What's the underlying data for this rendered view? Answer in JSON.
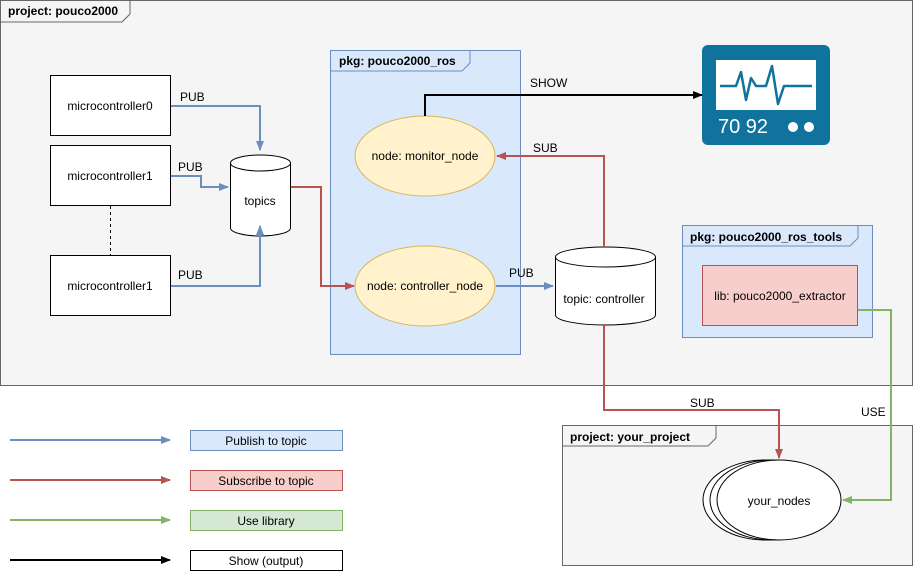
{
  "frames": {
    "project_main": "project: pouco2000",
    "pkg_ros": "pkg: pouco2000_ros",
    "pkg_tools": "pkg: pouco2000_ros_tools",
    "project_user": "project: your_project"
  },
  "nodes": {
    "mc0": "microcontroller0",
    "mc1": "microcontroller1",
    "mc2": "microcontroller1",
    "topics": "topics",
    "monitor_node": "node: monitor_node",
    "controller_node": "node: controller_node",
    "topic_controller": "topic: controller",
    "extractor": "lib: pouco2000_extractor",
    "your_nodes": "your_nodes"
  },
  "monitor": {
    "values": "70 92"
  },
  "edges": {
    "pub_mc0": "PUB",
    "pub_mc1": "PUB",
    "pub_mc2": "PUB",
    "show": "SHOW",
    "sub_monitor": "SUB",
    "pub_controller": "PUB",
    "sub_your_nodes": "SUB",
    "use": "USE"
  },
  "legend": [
    {
      "label": "Publish to topic",
      "color": "#6c8ebf",
      "fill": "#dae8fc",
      "stroke": "#6c8ebf"
    },
    {
      "label": "Subscribe to topic",
      "color": "#b85450",
      "fill": "#f8cecc",
      "stroke": "#b85450"
    },
    {
      "label": "Use library",
      "color": "#82b366",
      "fill": "#d5e8d4",
      "stroke": "#82b366"
    },
    {
      "label": "Show (output)",
      "color": "#000000",
      "fill": "#ffffff",
      "stroke": "#000000"
    }
  ],
  "colors": {
    "publish": "#6c8ebf",
    "subscribe": "#b85450",
    "use": "#82b366",
    "show": "#000000",
    "monitor": "#10739e",
    "node_fill": "#fff2cc",
    "node_stroke": "#d6b656"
  }
}
